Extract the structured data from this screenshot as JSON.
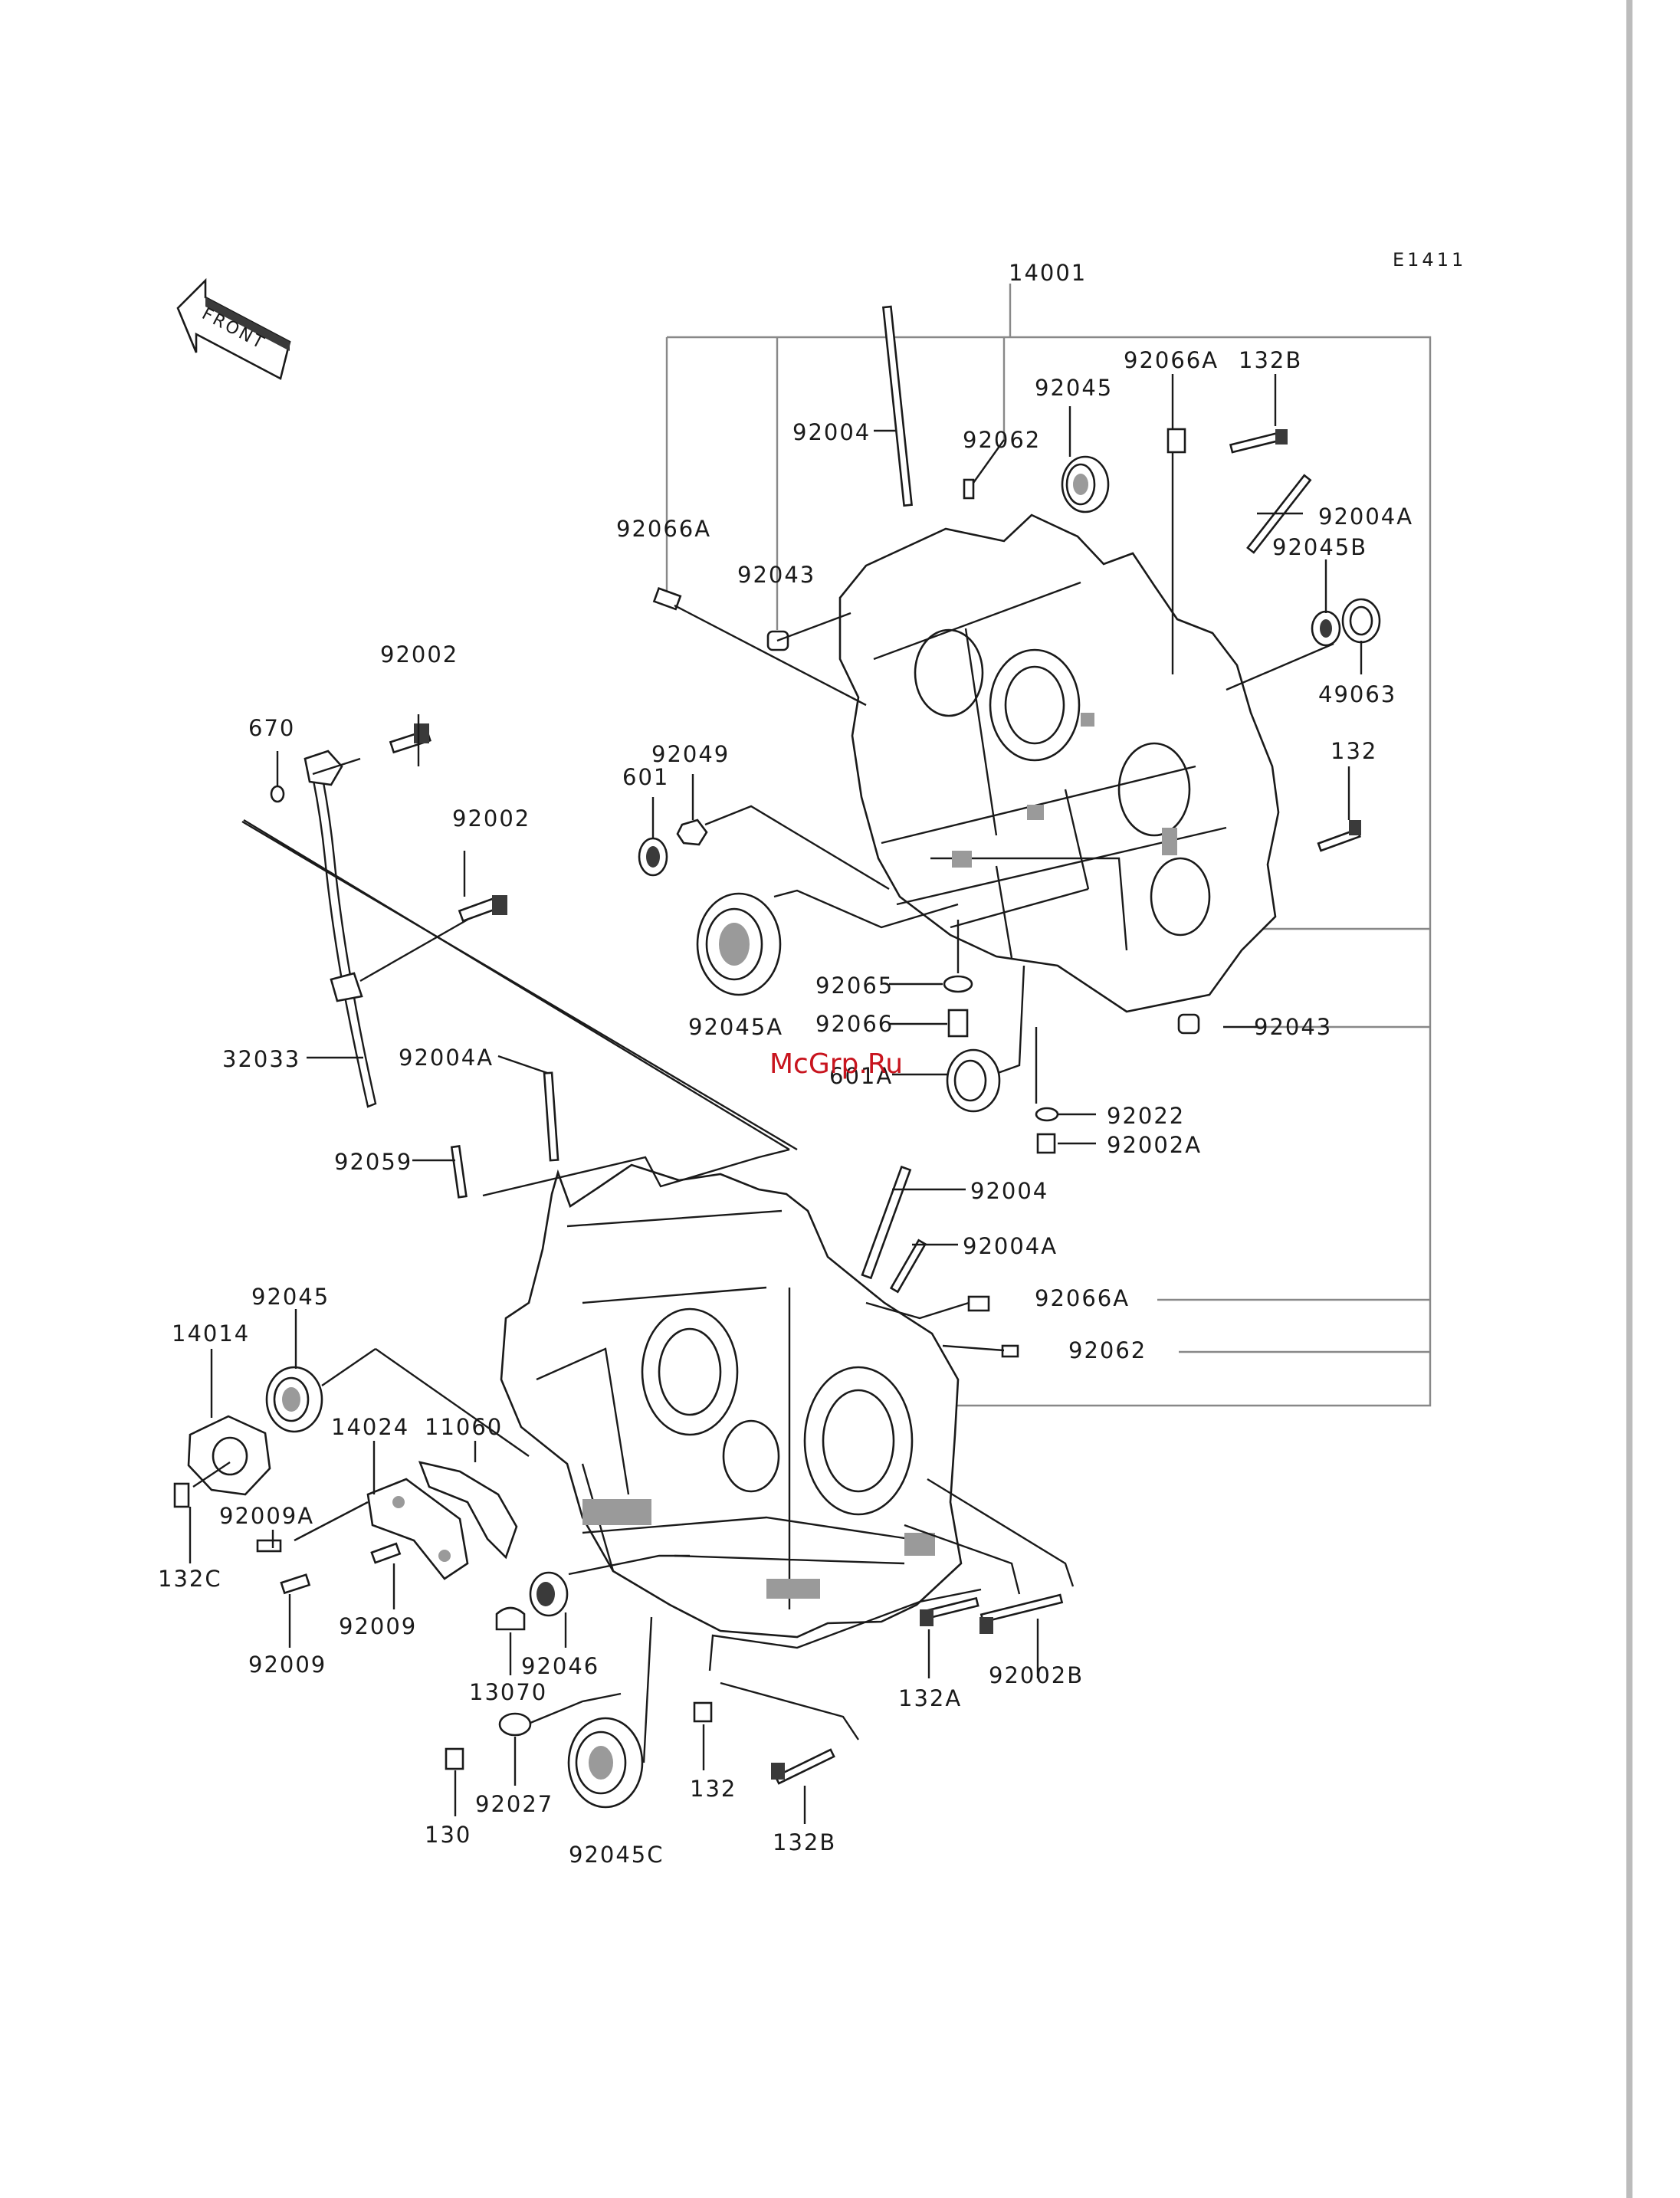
{
  "page_code": "E1411",
  "watermark": "McGrp.Ru",
  "front_marker": "FRONT",
  "parts": [
    "14001",
    "92066A",
    "132B",
    "92045",
    "92004",
    "92062",
    "92004A",
    "92045B",
    "92066A",
    "92043",
    "49063",
    "92002",
    "670",
    "601",
    "92049",
    "132",
    "92002",
    "92045A",
    "92065",
    "92066",
    "92043",
    "32033",
    "601A",
    "92004A",
    "92022",
    "92002A",
    "92059",
    "92004",
    "92004A",
    "92066A",
    "92062",
    "92045",
    "14014",
    "14024",
    "11060",
    "92009A",
    "132C",
    "92009",
    "92009",
    "13070",
    "92046",
    "132A",
    "92002B",
    "132",
    "130",
    "92027",
    "92045C",
    "132B"
  ]
}
